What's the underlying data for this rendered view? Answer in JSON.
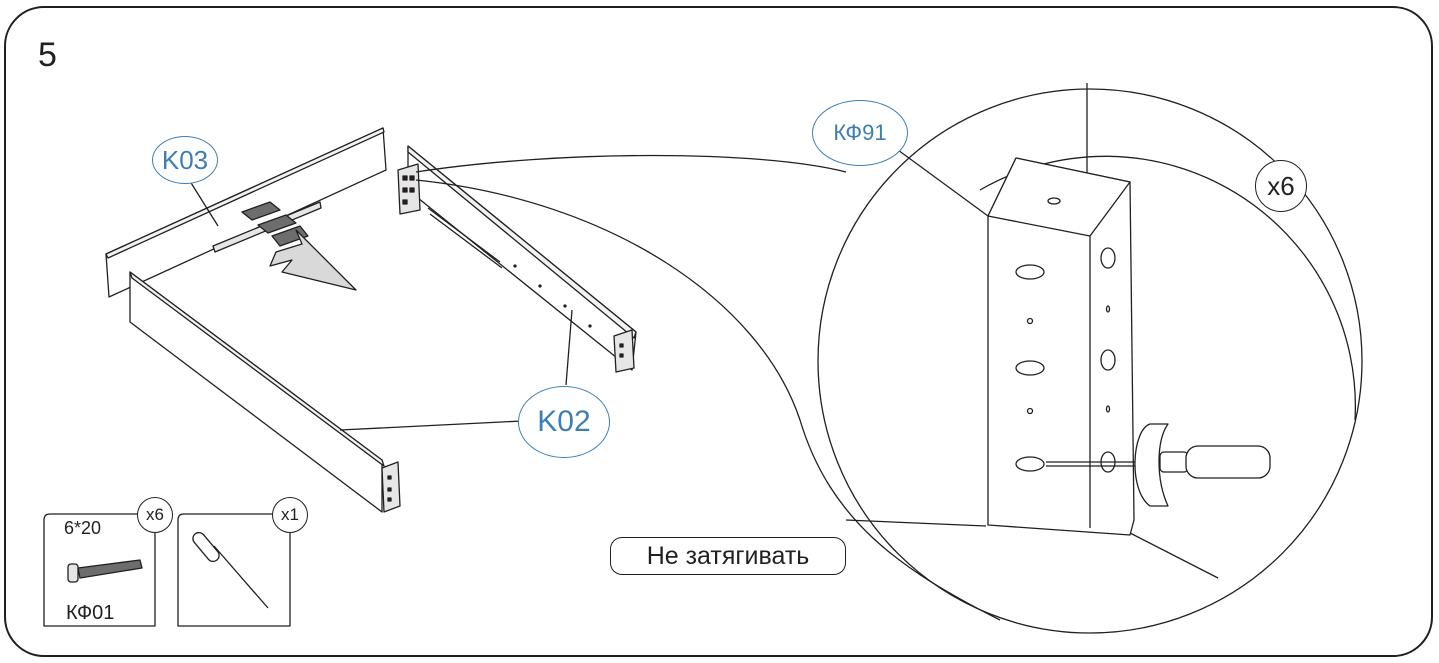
{
  "step": {
    "number": "5"
  },
  "labels": {
    "panel_back": "K03",
    "panel_sides": "K02",
    "bracket": "КФ91"
  },
  "detail": {
    "quantity": "x6"
  },
  "hardware": {
    "screw": {
      "size": "6*20",
      "quantity": "x6",
      "code": "КФ01"
    },
    "tool": {
      "name": "screwdriver",
      "quantity": "x1"
    }
  },
  "note": {
    "text": "Не затягивать"
  },
  "colors": {
    "label_blue": "#3d7fb3",
    "line": "#231f20",
    "panel_shade": "#d9d9d9"
  },
  "icons": [
    "screw-icon",
    "screwdriver-icon",
    "arrow-icon",
    "bracket-icon"
  ]
}
